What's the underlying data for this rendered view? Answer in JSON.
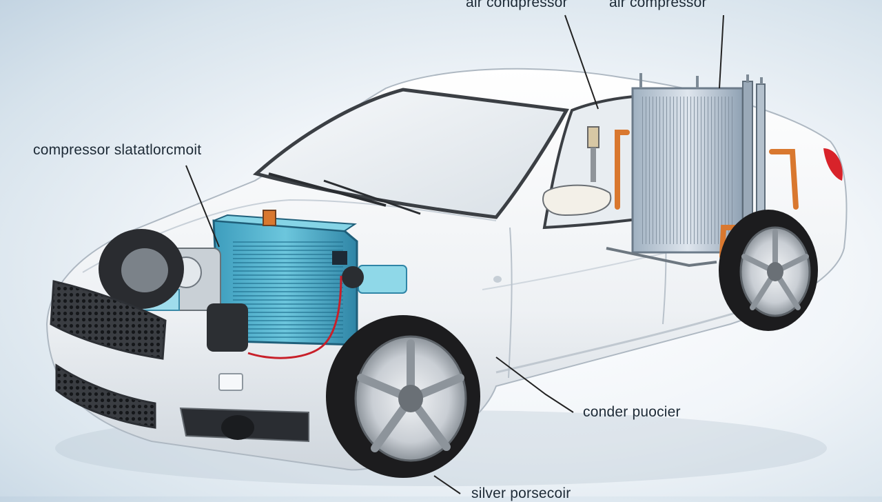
{
  "labels": {
    "top_left": "air condpressor",
    "top_right": "air compressor",
    "left": "compressor slatatlorcmoit",
    "right": "conder puocier",
    "bottom": "silver porsecoir"
  },
  "colors": {
    "car_body": "#f4f6f8",
    "radiator_blue": "#4fb3cf",
    "condenser_silver": "#b8c4d0",
    "pipe_copper": "#d9782f",
    "tire_black": "#1c1c1e",
    "taillight_red": "#d8232a",
    "callout_line": "#222222"
  }
}
